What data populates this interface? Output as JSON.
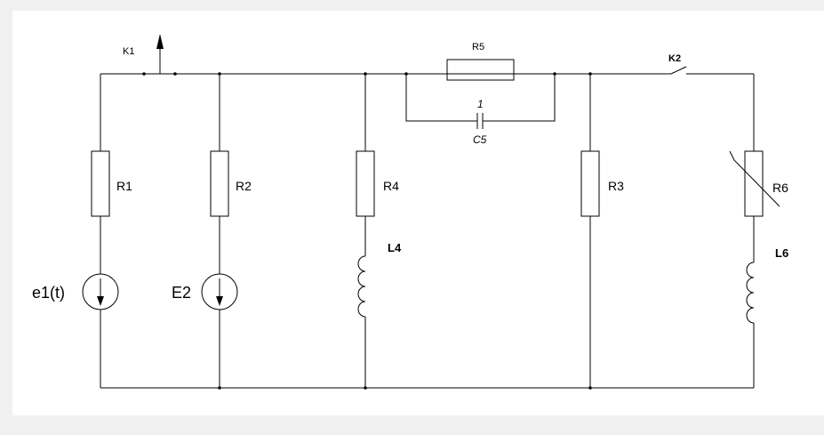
{
  "labels": {
    "k1": "K1",
    "k2": "K2",
    "r1": "R1",
    "r2": "R2",
    "r3": "R3",
    "r4": "R4",
    "r5": "R5",
    "r6": "R6",
    "l4": "L4",
    "l6": "L6",
    "c5": "C5",
    "c5_index": "1",
    "e1": "e1(t)",
    "e2": "E2"
  },
  "colors": {
    "background": "#f0f0f0",
    "canvas": "#ffffff",
    "wire": "#000000"
  }
}
